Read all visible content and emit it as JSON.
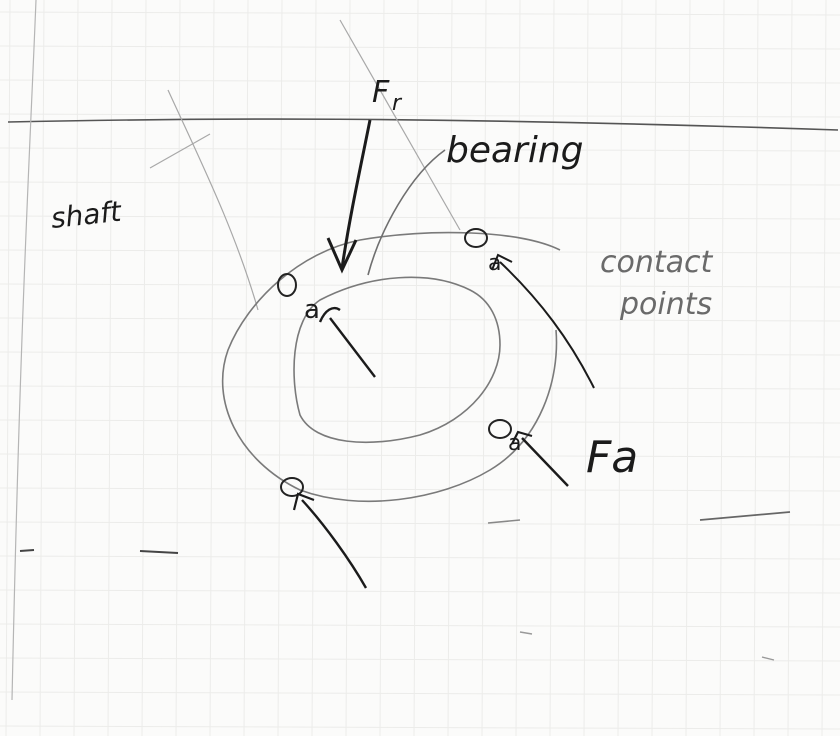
{
  "labels": {
    "radial_force": "F",
    "radial_force_sub": "r",
    "bearing": "bearing",
    "shaft": "shaft",
    "contact_points_line1": "contact",
    "contact_points_line2": "points",
    "axial_force": "Fa"
  },
  "contact_point_marks": [
    "o",
    "a"
  ],
  "colors": {
    "ink": "#1b1b1b",
    "pencil": "#6f6f6f",
    "faint_pencil": "#9a9a9a",
    "grid": "#ececea",
    "paper": "#fbfbfa"
  }
}
